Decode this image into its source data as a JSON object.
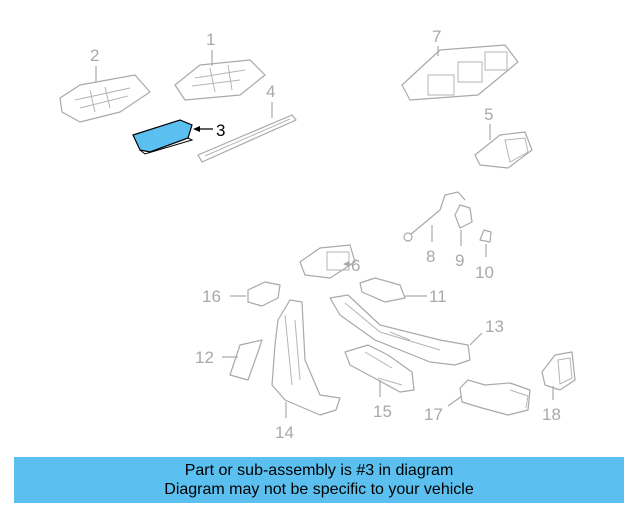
{
  "diagram": {
    "highlight_color": "#5bc0f0",
    "highlight_part": "3",
    "callouts": {
      "p1": "1",
      "p2": "2",
      "p3": "3",
      "p4": "4",
      "p5": "5",
      "p6": "6",
      "p7": "7",
      "p8": "8",
      "p9": "9",
      "p10": "10",
      "p11": "11",
      "p12": "12",
      "p13": "13",
      "p14": "14",
      "p15": "15",
      "p16": "16",
      "p17": "17",
      "p18": "18"
    }
  },
  "banner": {
    "line1": "Part or sub-assembly is #3 in diagram",
    "line2": "Diagram may not be specific to your vehicle",
    "color": "#5bc0f0"
  }
}
